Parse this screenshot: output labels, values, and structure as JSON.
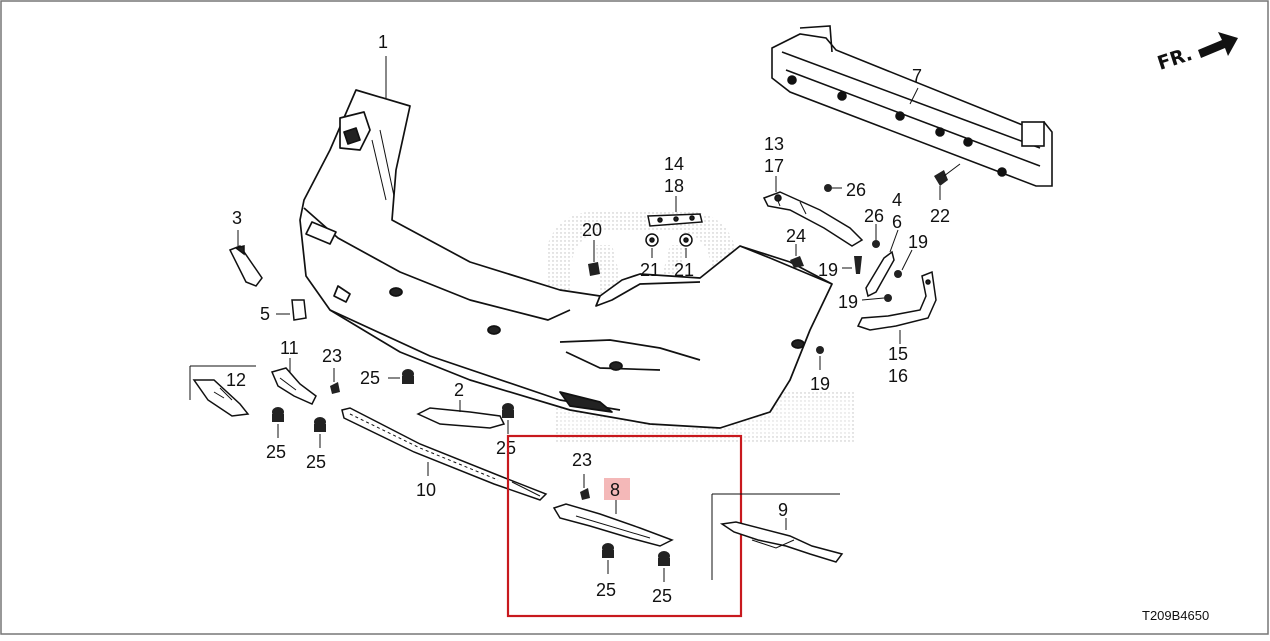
{
  "diagram": {
    "orientation_label": "FR.",
    "diagram_code": "T209B4650",
    "highlight_color": "#c8191e",
    "highlight_label_bg": "#f4b8b8",
    "parts": {
      "p1": "1",
      "p2": "2",
      "p3": "3",
      "p4": "4",
      "p5": "5",
      "p6": "6",
      "p7": "7",
      "p8": "8",
      "p9": "9",
      "p10": "10",
      "p11": "11",
      "p12": "12",
      "p13": "13",
      "p14": "14",
      "p15": "15",
      "p16": "16",
      "p17": "17",
      "p18": "18",
      "p19": "19",
      "p20": "20",
      "p21": "21",
      "p22": "22",
      "p23": "23",
      "p24": "24",
      "p25": "25",
      "p26": "26"
    }
  }
}
